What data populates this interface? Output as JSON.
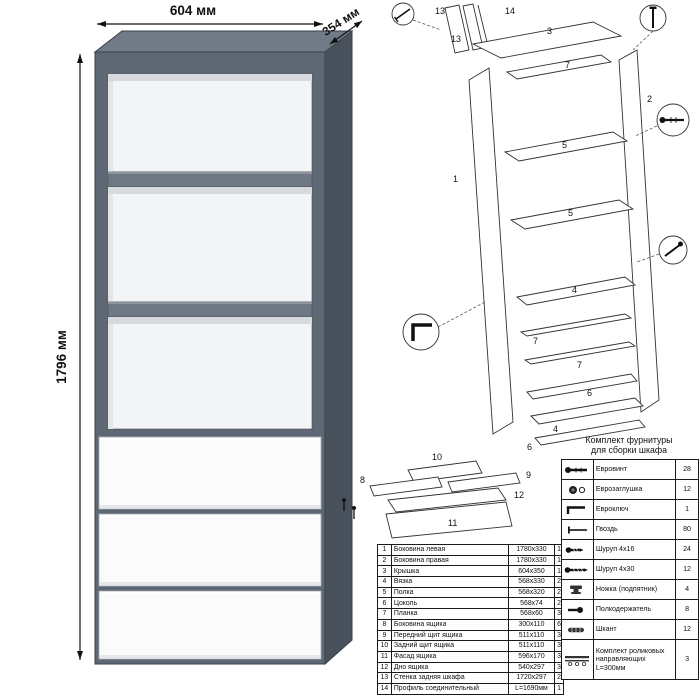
{
  "dimensions": {
    "width": "604 мм",
    "depth": "354 мм",
    "height": "1796 мм"
  },
  "colors": {
    "cabinet_gray": "#5d6874",
    "cabinet_side_dark": "#49525c",
    "cabinet_top_light": "#707b87",
    "drawer_white": "#fbfbfc",
    "interior_white": "#f3f4f5",
    "line_black": "#111111"
  },
  "parts": {
    "rows": [
      {
        "num": "1",
        "name": "Боковина левая",
        "size": "1780x330",
        "qty": "1"
      },
      {
        "num": "2",
        "name": "Боковина правая",
        "size": "1780x330",
        "qty": "1"
      },
      {
        "num": "3",
        "name": "Крышка",
        "size": "604x350",
        "qty": "1"
      },
      {
        "num": "4",
        "name": "Вязка",
        "size": "568x330",
        "qty": "2"
      },
      {
        "num": "5",
        "name": "Полка",
        "size": "568x320",
        "qty": "2"
      },
      {
        "num": "6",
        "name": "Цоколь",
        "size": "568x74",
        "qty": "2"
      },
      {
        "num": "7",
        "name": "Планка",
        "size": "568x60",
        "qty": "3"
      },
      {
        "num": "8",
        "name": "Боковина ящика",
        "size": "300x110",
        "qty": "6"
      },
      {
        "num": "9",
        "name": "Передний щит ящика",
        "size": "511x110",
        "qty": "3"
      },
      {
        "num": "10",
        "name": "Задний щит ящика",
        "size": "511x110",
        "qty": "3"
      },
      {
        "num": "11",
        "name": "Фасад ящика",
        "size": "596x170",
        "qty": "3"
      },
      {
        "num": "12",
        "name": "Дно ящика",
        "size": "540x297",
        "qty": "3"
      },
      {
        "num": "13",
        "name": "Стенка задняя шкафа",
        "size": "1720x297",
        "qty": "2"
      },
      {
        "num": "14",
        "name": "Профиль соединительный",
        "size": "L=1690мм",
        "qty": "1"
      }
    ]
  },
  "hardware": {
    "title_line1": "Комплект фурнитуры",
    "title_line2": "для сборки шкафа",
    "rows": [
      {
        "icon": "euro-screw-icon",
        "name": "Евровинт",
        "qty": "28"
      },
      {
        "icon": "euro-cap-icon",
        "name": "Еврозаглушка",
        "qty": "12"
      },
      {
        "icon": "hex-key-icon",
        "name": "Евроключ",
        "qty": "1"
      },
      {
        "icon": "nail-icon",
        "name": "Гвоздь",
        "qty": "80"
      },
      {
        "icon": "screw-icon",
        "name": "Шуруп 4x16",
        "qty": "24"
      },
      {
        "icon": "screw-icon",
        "name": "Шуруп 4x30",
        "qty": "12"
      },
      {
        "icon": "foot-icon",
        "name": "Ножка (подпятник)",
        "qty": "4"
      },
      {
        "icon": "shelf-pin-icon",
        "name": "Полкодержатель",
        "qty": "8"
      },
      {
        "icon": "dowel-icon",
        "name": "Шкант",
        "qty": "12"
      },
      {
        "icon": "drawer-slide-icon",
        "name": "Комплект роликовых направляющих L=300мм",
        "qty": "3"
      }
    ]
  },
  "assembly": {
    "labels": [
      "14",
      "13",
      "13",
      "3",
      "7",
      "2",
      "5",
      "1",
      "5",
      "4",
      "7",
      "7",
      "4",
      "6",
      "6"
    ]
  },
  "drawer": {
    "labels": [
      "10",
      "8",
      "9",
      "12",
      "11"
    ]
  }
}
